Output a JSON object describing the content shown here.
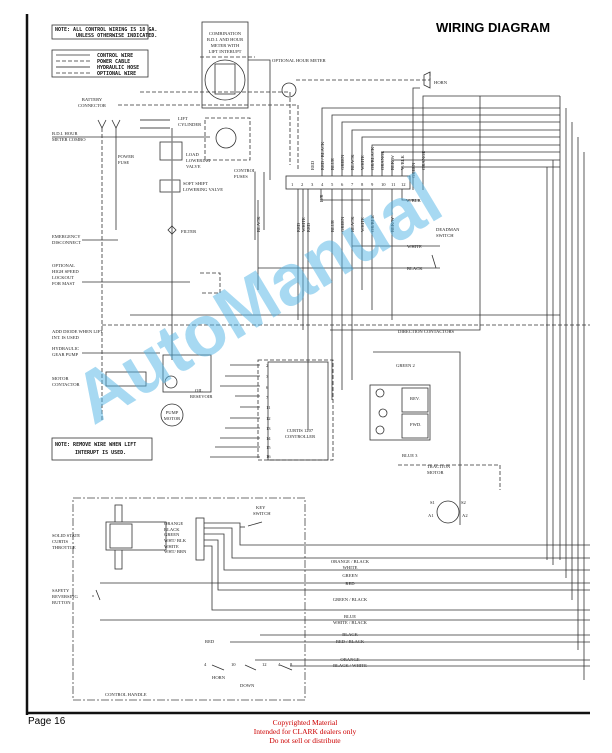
{
  "title": "WIRING DIAGRAM",
  "note_top": [
    "NOTE:  ALL CONTROL WIRING IS 18 GA.",
    "UNLESS OTHERWISE INDICATED."
  ],
  "legend": [
    "CONTROL WIRE",
    "POWER CABLE",
    "HYDRAULIC HOSE",
    "OPTIONAL WIRE"
  ],
  "note_bottom": [
    "NOTE:  REMOVE WIRE WHEN LIFT",
    "INTERUPT IS USED."
  ],
  "labels": {
    "combo": [
      "COMBINATION",
      "B.D.I. AND HOUR",
      "METER WITH",
      "LIFT INTERUPT"
    ],
    "hour_meter": "OPTIONAL HOUR METER",
    "horn": "HORN",
    "battery": [
      "BATTERY",
      "CONNECTOR"
    ],
    "bdi": [
      "B.D.I. HOUR",
      "METER COMBO"
    ],
    "lift_cyl": [
      "LIFT",
      "CYLINDER"
    ],
    "load_valve": [
      "LOAD",
      "LOWERING",
      "VALVE"
    ],
    "power_fuse": [
      "POWER",
      "FUSE"
    ],
    "soft_shift": [
      "SOFT SHIFT",
      "LOWERING VALVE"
    ],
    "control_fuses": [
      "CONTROL",
      "FUSES"
    ],
    "filter": "FILTER",
    "emergency": [
      "EMERGENCY",
      "DISCONNECT"
    ],
    "high_speed": [
      "OPTIONAL",
      "HIGH SPEED",
      "LOCKOUT",
      "FOR MAST"
    ],
    "deadman": [
      "DEADMAN",
      "SWITCH"
    ],
    "diode": [
      "ADD DIODE WHEN LIFT",
      "INT. IS USED"
    ],
    "gear_pump": [
      "HYDRAULIC",
      "GEAR PUMP"
    ],
    "motor_contactor": [
      "MOTOR",
      "CONTACTOR"
    ],
    "oil": [
      "OIL",
      "RESEVOIR"
    ],
    "pump_motor": [
      "PUMP",
      "MOTOR"
    ],
    "direction": "DIRECTION CONTACTORS",
    "rev": "REV.",
    "fwd": "FWD.",
    "green2": "GREEN 2",
    "blue3": "BLUE 3",
    "controller": [
      "CURTIS 1207",
      "CONTROLLER"
    ],
    "traction": [
      "TRACTION",
      "MOTOR"
    ],
    "key": [
      "KEY",
      "SWITCH"
    ],
    "throttle": [
      "SOLID STATE",
      "CURTIS",
      "THROTTLE"
    ],
    "safety": [
      "SAFETY",
      "REVERSING",
      "BUTTON"
    ],
    "handle": "CONTROL HANDLE",
    "horn_sw": "HORN",
    "down": "DOWN",
    "red": "RED"
  },
  "terminals": [
    "1",
    "2",
    "3",
    "4",
    "5",
    "6",
    "7",
    "8",
    "9",
    "10",
    "11",
    "12"
  ],
  "controller_pins": [
    "2",
    "3",
    "6",
    "7",
    "11",
    "12",
    "13",
    "14",
    "15",
    "16"
  ],
  "top_wires": [
    "RED",
    "RED / BLACK",
    "BLUE",
    "GREEN",
    "BLACK",
    "WHITE",
    "OR/BLACK",
    "ORANGE",
    "BLK/W",
    "W/BLK",
    "GREEN",
    "ORANGE"
  ],
  "bottom_wires": [
    "BLACK",
    "RED",
    "WHITE",
    "RED",
    "B/R",
    "BLUE",
    "GREEN",
    "BLACK",
    "WHITE",
    "OR/BLK",
    "BLK/W",
    "W/BLK"
  ],
  "deadman_wires": [
    "WHITE",
    "BLACK"
  ],
  "throttle_wires": [
    "ORANGE",
    "BLACK",
    "GREEN",
    "WHT/ BLK",
    "WHITE",
    "WHT/ BRN"
  ],
  "handle_wires": [
    "ORANGE / BLACK",
    "WHITE",
    "GREEN",
    "RED",
    "GREEN / BLACK",
    "BLUE",
    "WHITE / BLACK",
    "BLACK",
    "RED / BLACK",
    "ORANGE",
    "BLACK / WHITE"
  ],
  "traction_terms": [
    "S1",
    "S2",
    "A1",
    "A2"
  ],
  "handle_pins": [
    "4",
    "10",
    "12",
    "4",
    "8"
  ],
  "watermark": "AutoManual",
  "footer": {
    "page": "Page 16",
    "copyright": [
      "Copyrighted Material",
      "Intended for CLARK dealers only",
      "Do not sell or distribute"
    ]
  }
}
